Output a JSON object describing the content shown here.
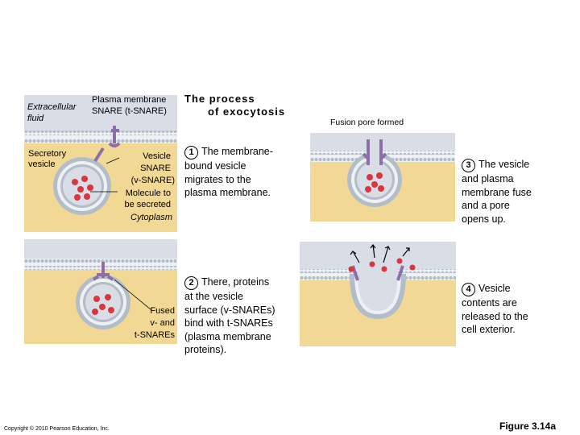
{
  "title": {
    "line1": "The process",
    "line2": "of exocytosis"
  },
  "labels": {
    "extracellular_fluid_1": "Extracellular",
    "extracellular_fluid_2": "fluid",
    "plasma_membrane_snare_1": "Plasma membrane",
    "plasma_membrane_snare_2": "SNARE (t-SNARE)",
    "secretory_vesicle_1": "Secretory",
    "secretory_vesicle_2": "vesicle",
    "vesicle_snare_1": "Vesicle",
    "vesicle_snare_2": "SNARE",
    "vesicle_snare_3": "(v-SNARE)",
    "molecule_1": "Molecule to",
    "molecule_2": "be secreted",
    "cytoplasm": "Cytoplasm",
    "fused_1": "Fused",
    "fused_2": "v- and",
    "fused_3": "t-SNAREs",
    "fusion_pore": "Fusion pore formed"
  },
  "steps": [
    {
      "number": "1",
      "lines": [
        "The membrane-",
        "bound vesicle",
        "migrates to the",
        "plasma membrane."
      ]
    },
    {
      "number": "2",
      "lines": [
        "There, proteins",
        "at the vesicle",
        "surface (v-SNAREs)",
        "bind with t-SNAREs",
        "(plasma membrane",
        "proteins)."
      ]
    },
    {
      "number": "3",
      "lines": [
        "The vesicle",
        "and plasma",
        "membrane fuse",
        "and a pore",
        "opens up."
      ]
    },
    {
      "number": "4",
      "lines": [
        "Vesicle",
        "contents are",
        "released to the",
        "cell exterior."
      ]
    }
  ],
  "footer": {
    "copyright": "Copyright © 2010 Pearson Education, Inc.",
    "figure": "Figure 3.14a"
  },
  "colors": {
    "extracellular": "#d9dde6",
    "cytoplasm": "#f1d995",
    "membrane_head": "#b3bdc9",
    "membrane_core": "#eef1f4",
    "snare": "#8d6fa8",
    "molecule": "#d9363e"
  }
}
